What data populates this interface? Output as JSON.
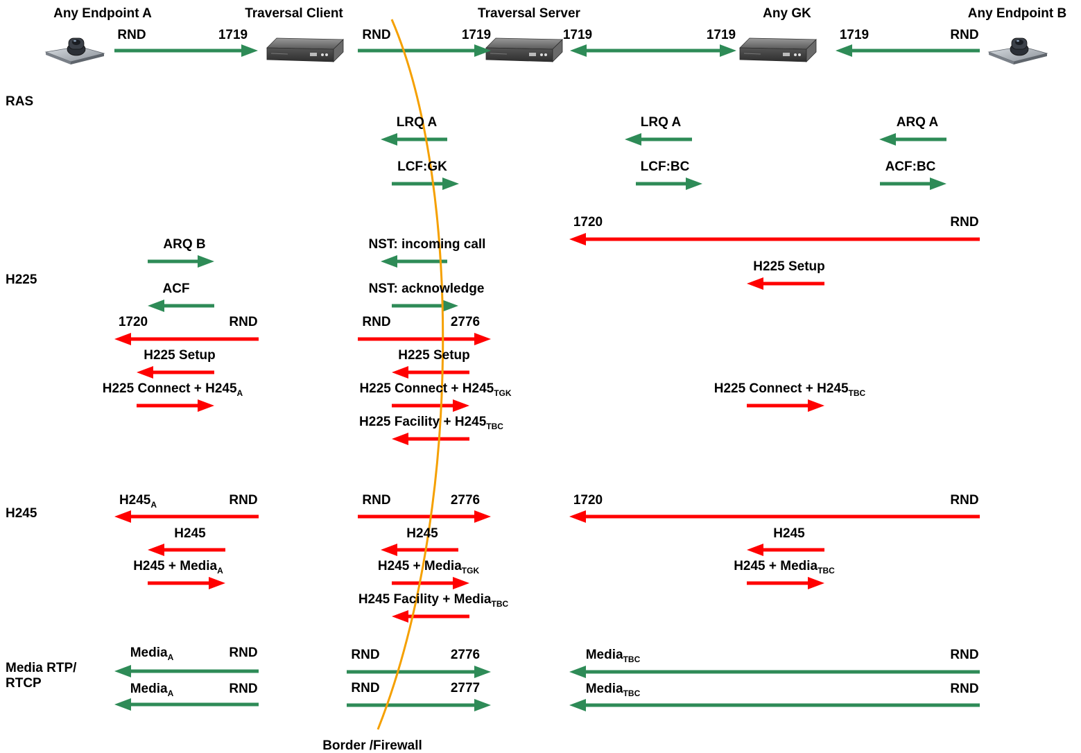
{
  "colors": {
    "green": "#2e8b57",
    "red": "#ff0000",
    "border": "#f5a000",
    "device_dark": "#4a4a4a",
    "device_light": "#8a8a8a",
    "text": "#000000"
  },
  "nodes": [
    {
      "id": "ep_a",
      "label": "Any Endpoint A",
      "icon": "video-endpoint-icon"
    },
    {
      "id": "tc",
      "label": "Traversal Client",
      "icon": "gatekeeper-appliance-icon"
    },
    {
      "id": "ts",
      "label": "Traversal Server",
      "icon": "gatekeeper-appliance-icon"
    },
    {
      "id": "gk",
      "label": "Any GK",
      "icon": "gatekeeper-appliance-icon"
    },
    {
      "id": "ep_b",
      "label": "Any Endpoint B",
      "icon": "video-endpoint-icon"
    }
  ],
  "sections": [
    "RAS",
    "H225",
    "H245",
    "Media RTP/\nRTCP"
  ],
  "border_label": "Border /Firewall",
  "connections": [
    {
      "from": "ep_a",
      "to": "tc",
      "color": "green",
      "dir": "right",
      "labels": [
        "RND",
        "1719"
      ]
    },
    {
      "from": "tc",
      "to": "ts",
      "color": "green",
      "dir": "right",
      "labels": [
        "RND",
        "1719"
      ]
    },
    {
      "from": "ts",
      "to": "gk",
      "color": "green",
      "dir": "both",
      "labels": [
        "1719",
        "1719"
      ]
    },
    {
      "from": "gk",
      "to": "ep_b",
      "color": "green",
      "dir": "left",
      "labels": [
        "1719",
        "RND"
      ]
    }
  ],
  "messages": [
    {
      "section": "RAS",
      "color": "green",
      "dir": "left",
      "text": [
        "LRQ A"
      ]
    },
    {
      "section": "RAS",
      "color": "green",
      "dir": "left",
      "text": [
        "LRQ A"
      ]
    },
    {
      "section": "RAS",
      "color": "green",
      "dir": "left",
      "text": [
        "ARQ A"
      ]
    },
    {
      "section": "RAS",
      "color": "green",
      "dir": "right",
      "text": [
        "LCF:GK"
      ]
    },
    {
      "section": "RAS",
      "color": "green",
      "dir": "right",
      "text": [
        "LCF:BC"
      ]
    },
    {
      "section": "RAS",
      "color": "green",
      "dir": "right",
      "text": [
        "ACF:BC"
      ]
    },
    {
      "section": "H225",
      "color": "red",
      "dir": "left",
      "text": [
        "1720",
        "RND"
      ]
    },
    {
      "section": "H225",
      "color": "green",
      "dir": "right",
      "text": [
        "ARQ B"
      ]
    },
    {
      "section": "H225",
      "color": "green",
      "dir": "left",
      "text": [
        "NST: incoming call"
      ]
    },
    {
      "section": "H225",
      "color": "red",
      "dir": "left",
      "text": [
        "H225 Setup"
      ]
    },
    {
      "section": "H225",
      "color": "green",
      "dir": "left",
      "text": [
        "ACF"
      ]
    },
    {
      "section": "H225",
      "color": "green",
      "dir": "right",
      "text": [
        "NST: acknowledge"
      ]
    },
    {
      "section": "H225",
      "color": "red",
      "dir": "left",
      "text": [
        "1720",
        "RND"
      ]
    },
    {
      "section": "H225",
      "color": "red",
      "dir": "right",
      "text": [
        "RND",
        "2776"
      ]
    },
    {
      "section": "H225",
      "color": "red",
      "dir": "left",
      "text": [
        "H225 Setup"
      ]
    },
    {
      "section": "H225",
      "color": "red",
      "dir": "left",
      "text": [
        "H225 Setup"
      ]
    },
    {
      "section": "H225",
      "color": "red",
      "dir": "right",
      "text": [
        "H225 Connect + H245",
        "A"
      ]
    },
    {
      "section": "H225",
      "color": "red",
      "dir": "right",
      "text": [
        "H225 Connect + H245",
        "TGK"
      ]
    },
    {
      "section": "H225",
      "color": "red",
      "dir": "right",
      "text": [
        "H225 Connect + H245",
        "TBC"
      ]
    },
    {
      "section": "H225",
      "color": "red",
      "dir": "left",
      "text": [
        "H225 Facility + H245",
        "TBC"
      ]
    },
    {
      "section": "H245",
      "color": "red",
      "dir": "left",
      "text": [
        "H245",
        "A",
        "RND"
      ]
    },
    {
      "section": "H245",
      "color": "red",
      "dir": "right",
      "text": [
        "RND",
        "2776"
      ]
    },
    {
      "section": "H245",
      "color": "red",
      "dir": "left",
      "text": [
        "1720",
        "RND"
      ]
    },
    {
      "section": "H245",
      "color": "red",
      "dir": "left",
      "text": [
        "H245"
      ]
    },
    {
      "section": "H245",
      "color": "red",
      "dir": "left",
      "text": [
        "H245"
      ]
    },
    {
      "section": "H245",
      "color": "red",
      "dir": "left",
      "text": [
        "H245"
      ]
    },
    {
      "section": "H245",
      "color": "red",
      "dir": "right",
      "text": [
        "H245 + Media",
        "A"
      ]
    },
    {
      "section": "H245",
      "color": "red",
      "dir": "right",
      "text": [
        "H245 + Media",
        "TGK"
      ]
    },
    {
      "section": "H245",
      "color": "red",
      "dir": "right",
      "text": [
        "H245 + Media",
        "TBC"
      ]
    },
    {
      "section": "H245",
      "color": "red",
      "dir": "left",
      "text": [
        "H245 Facility + Media",
        "TBC"
      ]
    },
    {
      "section": "Media",
      "color": "green",
      "dir": "left",
      "text": [
        "Media",
        "A",
        "RND"
      ]
    },
    {
      "section": "Media",
      "color": "green",
      "dir": "right",
      "text": [
        "RND",
        "2776"
      ]
    },
    {
      "section": "Media",
      "color": "green",
      "dir": "left",
      "text": [
        "Media",
        "TBC",
        "RND"
      ]
    },
    {
      "section": "Media",
      "color": "green",
      "dir": "left",
      "text": [
        "Media",
        "A",
        "RND"
      ]
    },
    {
      "section": "Media",
      "color": "green",
      "dir": "right",
      "text": [
        "RND",
        "2777"
      ]
    },
    {
      "section": "Media",
      "color": "green",
      "dir": "left",
      "text": [
        "Media",
        "TBC",
        "RND"
      ]
    }
  ]
}
